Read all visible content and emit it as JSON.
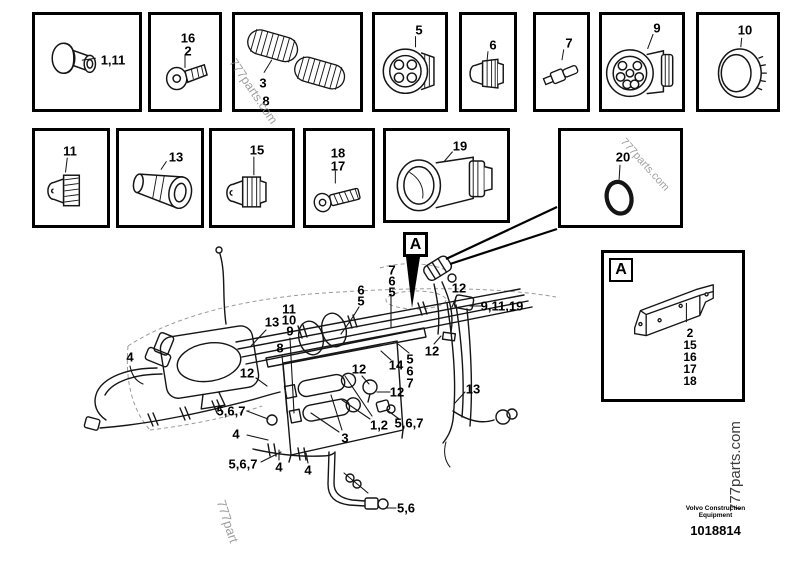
{
  "page": {
    "background": "#ffffff",
    "line_color": "#000000",
    "watermark_color": "#8f8f8f"
  },
  "watermarks": {
    "top_diagonal": "777parts.com",
    "box20_diagonal": "777parts.com",
    "bottom_left_diagonal": "777part",
    "right_vertical": "777parts.com"
  },
  "footer": {
    "company_line1": "Volvo Construction",
    "company_line2": "Equipment",
    "figure_number": "1018814"
  },
  "detail_boxes": {
    "box_1_11": {
      "label": "1,11"
    },
    "box_16_2": {
      "line1": "16",
      "line2": "2"
    },
    "box_3_8": {
      "tube1": "3",
      "tube2": "8"
    },
    "box_5": {
      "label": "5"
    },
    "box_6": {
      "label": "6"
    },
    "box_7": {
      "label": "7"
    },
    "box_9": {
      "label": "9"
    },
    "box_10": {
      "label": "10"
    },
    "box_11": {
      "label": "11"
    },
    "box_13": {
      "label": "13"
    },
    "box_15": {
      "label": "15"
    },
    "box_18_17": {
      "line1": "18",
      "line2": "17"
    },
    "box_19": {
      "label": "19"
    },
    "box_20": {
      "label": "20"
    }
  },
  "detail_a": {
    "corner_label": "A",
    "callouts": [
      "2",
      "15",
      "16",
      "17",
      "18"
    ]
  },
  "diagram": {
    "section_label": "A",
    "callouts": [
      {
        "label": "4"
      },
      {
        "label": "13"
      },
      {
        "label": "12"
      },
      {
        "label": "11"
      },
      {
        "label": "10"
      },
      {
        "label": "9"
      },
      {
        "label": "8"
      },
      {
        "label": "6"
      },
      {
        "label": "5"
      },
      {
        "label": "7"
      },
      {
        "label": "6"
      },
      {
        "label": "5"
      },
      {
        "label": "12"
      },
      {
        "label": "9,11,19"
      },
      {
        "label": "12"
      },
      {
        "label": "14"
      },
      {
        "label": "12"
      },
      {
        "label": "12"
      },
      {
        "label": "5"
      },
      {
        "label": "6"
      },
      {
        "label": "7"
      },
      {
        "label": "13"
      },
      {
        "label": "5,6,7"
      },
      {
        "label": "4"
      },
      {
        "label": "5,6,7"
      },
      {
        "label": "4"
      },
      {
        "label": "4"
      },
      {
        "label": "3"
      },
      {
        "label": "1,2"
      },
      {
        "label": "5,6,7"
      },
      {
        "label": "5,6"
      }
    ]
  }
}
